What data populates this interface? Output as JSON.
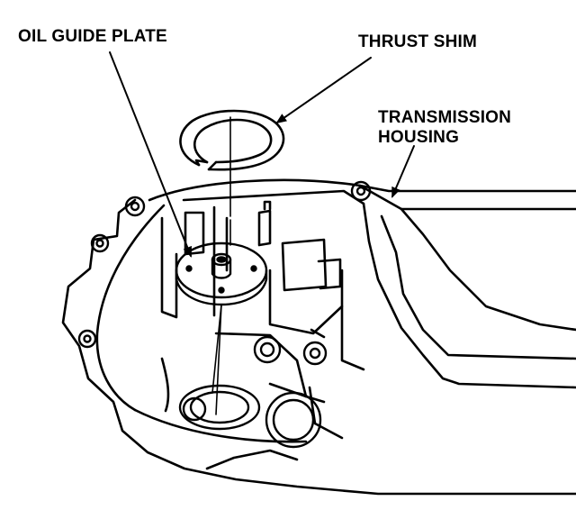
{
  "labels": {
    "oil_guide_plate": "OIL GUIDE PLATE",
    "thrust_shim": "THRUST SHIM",
    "transmission_housing_line1": "TRANSMISSION",
    "transmission_housing_line2": "HOUSING"
  },
  "colors": {
    "ink": "#000000",
    "paper": "#ffffff"
  }
}
